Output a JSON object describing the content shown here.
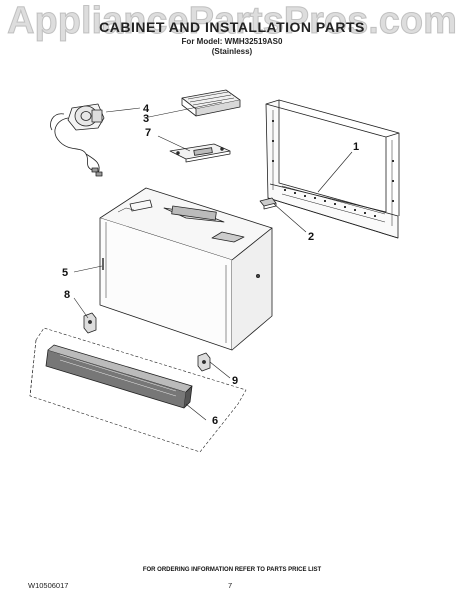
{
  "watermark": "AppliancePartsPros.com",
  "title": "CABINET AND INSTALLATION PARTS",
  "subtitle_model": "For Model: WMH32519AS0",
  "subtitle_finish": "(Stainless)",
  "callouts": [
    "1",
    "2",
    "3",
    "4",
    "5",
    "6",
    "7",
    "8",
    "9"
  ],
  "footer_note": "FOR ORDERING INFORMATION REFER TO PARTS PRICE LIST",
  "doc_number": "W10506017",
  "page_number": "7"
}
